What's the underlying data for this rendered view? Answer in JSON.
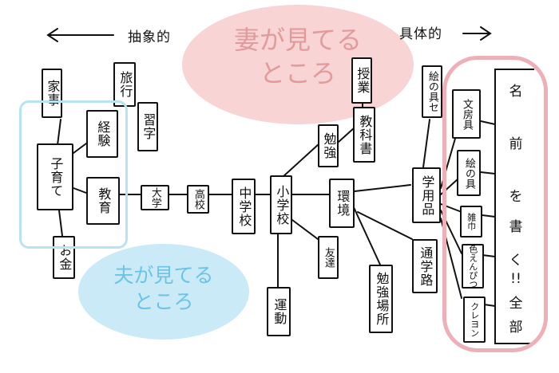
{
  "axis": {
    "left_label": "抽象的",
    "right_label": "具体的",
    "left_arrow": "⟵",
    "right_arrow": "⟶"
  },
  "bubbles": {
    "wife": {
      "text": "妻が見てる\nところ",
      "color": "#f9d4d4",
      "text_color": "#e29a9a"
    },
    "husband": {
      "text": "夫が見てる\nところ",
      "color": "#c9eaf6",
      "text_color": "#6cc3e6"
    }
  },
  "highlights": {
    "left_box_color": "#b7e3f3",
    "right_box_color": "#eeb0b8"
  },
  "nodes": {
    "kaji": "家事",
    "ryokou": "旅行",
    "shuuji": "習字",
    "keiken": "経験",
    "kosodate": "子育て",
    "kyouiku": "教育",
    "okane": "お金",
    "daigaku": "大学",
    "koukou": "高校",
    "chuugakkou": "中学校",
    "shougakkou": "小学校",
    "jugyou": "授業",
    "kyoukasho": "教科書",
    "benkyou": "勉強",
    "kankyou": "環境",
    "tomodachi": "友達",
    "undou": "運動",
    "benkyou_basho": "勉強場所",
    "gakuyouhin": "学用品",
    "tsuugakuro": "通学路",
    "enogu_set": "絵の具セ",
    "bunbougu": "文房具",
    "enogu": "絵の具",
    "zoukin": "雑巾",
    "iroenpitsu": "色えんぴつ",
    "kureyon": "クレヨン"
  },
  "name_column": [
    "名",
    "前",
    "を",
    "書",
    "く",
    "!!",
    "全",
    "部"
  ]
}
